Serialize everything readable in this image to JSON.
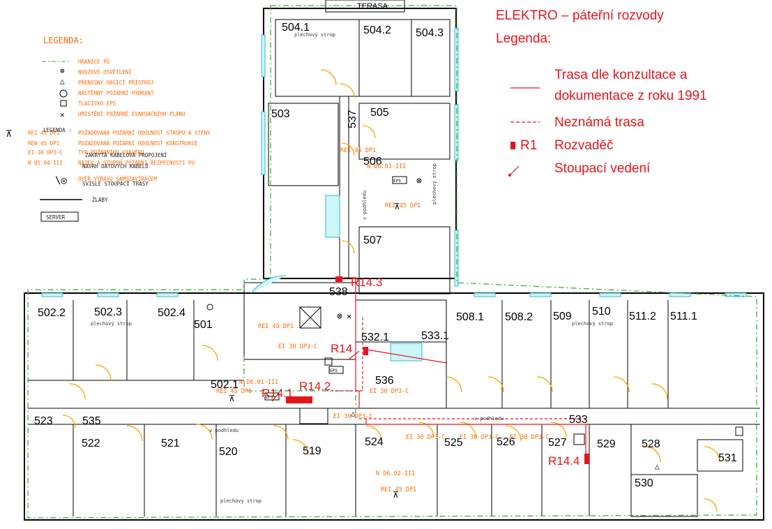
{
  "legend_left": {
    "title": "LEGENDA:",
    "items": [
      "HRANICE PÚ",
      "NOUZOVÉ OSVĚTLENÍ",
      "PŘENOSNÝ HASICÍ PŘÍSTROJ",
      "NÁSTĚNNÝ POŽÁRNÍ HYDRANT",
      "TLAČÍTKO EPS",
      "UMÍSTĚNÍ POŽÁRNĚ EVAKUAČNÍHO PLÁNU",
      "POŽADOVANÁ POŽÁRNÍ ODOLNOST STROPU A STĚNY",
      "POŽADOVANÁ POŽÁRNÍ ODOLNOST KONSTRUKCE",
      "TYP POŽÁRNÍHO UZÁVĚRU",
      "NÁZEV A STUPEŇ POŽÁRNÍ BEZPEČNOSTI PÚ",
      "OVĚŘ VÝBAVU SAMOZAVÍRAČEM"
    ],
    "codes": [
      "REI 45 DP1",
      "REW 45 DP1",
      "EI 30 DP3-C",
      "N 01.04-III"
    ],
    "overlay_title": "LEGENDA :",
    "overlay_items": [
      "ZAKRYTÁ KABELOVÁ PROPOJENÍ",
      "NÁVRH DATOVÝCH KABELŮ",
      "SVISLÉ STOUPACÍ TRASY"
    ],
    "trays_label": "ŽLABY",
    "server_label": "SERVER"
  },
  "legend_right": {
    "title": "ELEKTRO – páteřní rozvody",
    "subtitle": "Legenda:",
    "line1a": "Trasa dle konzultace a",
    "line1b": "dokumentace z roku 1991",
    "line2": "Neznámá trasa",
    "line3_symbol": "R1",
    "line3": "Rozvaděč",
    "line4": "Stoupací vedení"
  },
  "plan": {
    "terrace": "TERASA",
    "rooms": [
      "504.1",
      "504.2",
      "504.3",
      "503",
      "505",
      "537",
      "506",
      "507",
      "538",
      "502.2",
      "502.3",
      "502.4",
      "501",
      "532.1",
      "533.1",
      "508.1",
      "508.2",
      "509",
      "510",
      "511.2",
      "511.1",
      "502.1",
      "536",
      "523",
      "535",
      "522",
      "521",
      "520",
      "519",
      "524",
      "525",
      "526",
      "527",
      "529",
      "528",
      "533",
      "531",
      "530"
    ],
    "distribution": [
      "R14.3",
      "R14",
      "R14.1",
      "R14.2",
      "R14.4"
    ],
    "zones": [
      "N D6.03-III",
      "N D6.01-III",
      "N D6.02-III"
    ],
    "ratings": [
      "REI 45 DP1",
      "EI 30 DP3-C"
    ],
    "notes": [
      "plechový strop",
      "v podhledu",
      "EPS"
    ]
  }
}
